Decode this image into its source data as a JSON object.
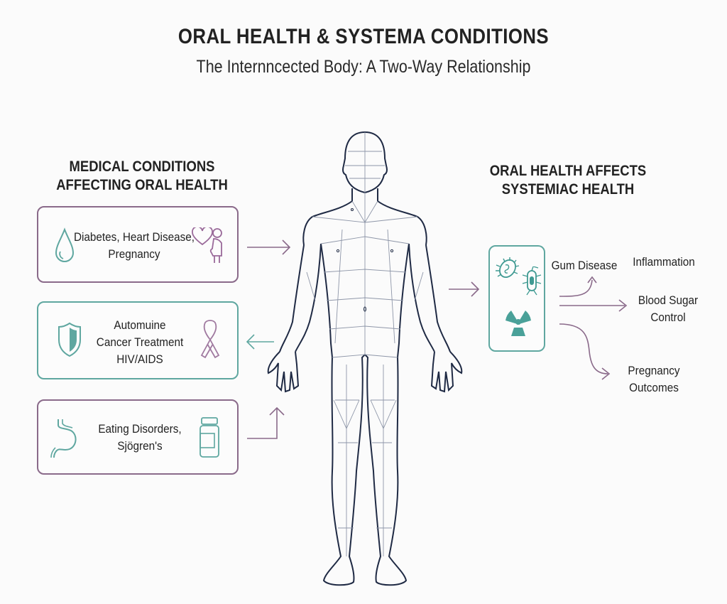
{
  "header": {
    "title": "ORAL HEALTH & SYSTEMA CONDITIONS",
    "subtitle": "The Internncected Body: A Two-Way Relationship"
  },
  "left_section": {
    "heading_line1": "MEDICAL CONDITIONS",
    "heading_line2": "AFFECTING ORAL HEALTH",
    "boxes": [
      {
        "lines": [
          "Diabetes, Heart Disease,",
          "Pregnancy"
        ],
        "icons": [
          "water-drop-icon",
          "heart-icon",
          "pregnant-woman-icon"
        ],
        "border_color": "#8a6a8a",
        "arrow_direction": "right"
      },
      {
        "lines": [
          "Automuine",
          "Cancer Treatment",
          "HIV/AIDS"
        ],
        "icons": [
          "shield-icon",
          "awareness-ribbon-icon"
        ],
        "border_color": "#5fa7a0",
        "arrow_direction": "left"
      },
      {
        "lines": [
          "Eating Disorders,",
          "Sjögren's"
        ],
        "icons": [
          "stomach-icon",
          "medicine-bottle-icon"
        ],
        "border_color": "#8a6a8a",
        "arrow_direction": "right-then-up"
      }
    ]
  },
  "right_section": {
    "heading_line1": "ORAL HEALTH AFFECTS",
    "heading_line2": "SYSTEMIAC HEALTH",
    "oral_box": {
      "icons": [
        "bacteria-icon",
        "bacterium-icon",
        "radiation-icon"
      ],
      "border_color": "#5fa7a0"
    },
    "gum_label": "Gum Disease",
    "outcomes": [
      {
        "lines": [
          "Inflammation"
        ]
      },
      {
        "lines": [
          "Blood Sugar",
          "Control"
        ]
      },
      {
        "lines": [
          "Pregnancy",
          "Outcomes"
        ]
      }
    ]
  },
  "colors": {
    "purple": "#8a6a8a",
    "teal": "#5fa7a0",
    "body_outline": "#1f2a44",
    "body_mesh": "#8e96a8"
  }
}
